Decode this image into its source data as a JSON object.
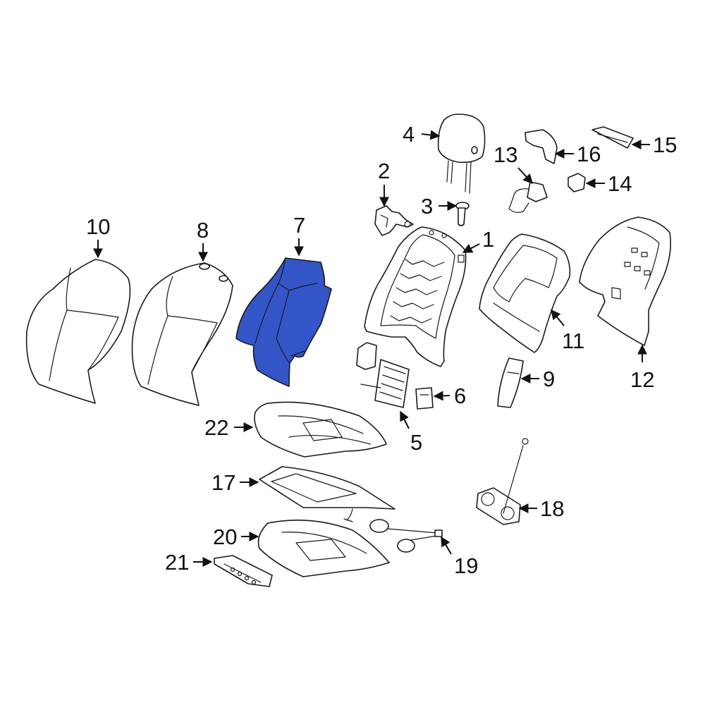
{
  "colors": {
    "highlight": "#3355c8",
    "line": "#1a1a1a",
    "background": "#ffffff"
  },
  "highlighted_part": "7",
  "callouts": [
    {
      "id": "1",
      "label": "1"
    },
    {
      "id": "2",
      "label": "2"
    },
    {
      "id": "3",
      "label": "3"
    },
    {
      "id": "4",
      "label": "4"
    },
    {
      "id": "5",
      "label": "5"
    },
    {
      "id": "6",
      "label": "6"
    },
    {
      "id": "7",
      "label": "7"
    },
    {
      "id": "8",
      "label": "8"
    },
    {
      "id": "9",
      "label": "9"
    },
    {
      "id": "10",
      "label": "10"
    },
    {
      "id": "11",
      "label": "11"
    },
    {
      "id": "12",
      "label": "12"
    },
    {
      "id": "13",
      "label": "13"
    },
    {
      "id": "14",
      "label": "14"
    },
    {
      "id": "15",
      "label": "15"
    },
    {
      "id": "16",
      "label": "16"
    },
    {
      "id": "17",
      "label": "17"
    },
    {
      "id": "18",
      "label": "18"
    },
    {
      "id": "19",
      "label": "19"
    },
    {
      "id": "20",
      "label": "20"
    },
    {
      "id": "21",
      "label": "21"
    },
    {
      "id": "22",
      "label": "22"
    }
  ]
}
